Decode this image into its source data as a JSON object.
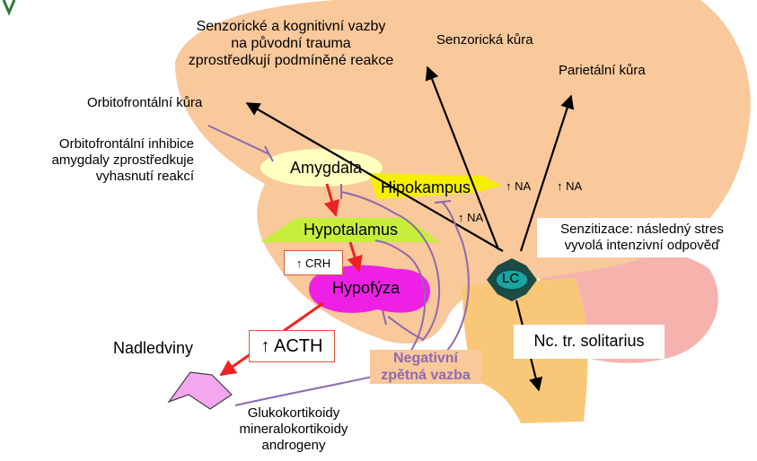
{
  "labels": {
    "sensory_cognitive": [
      "Senzorické a kognitivní vazby",
      "na původní trauma",
      "zprostředkují podmíněné reakce"
    ],
    "sensory_cortex": "Senzorická kůra",
    "parietal_cortex": "Parietální kůra",
    "orbitofrontal_cortex": "Orbitofrontální kůra",
    "orbitofrontal_inhibition": [
      "Orbitofrontální inhibice",
      "amygdaly zprostředkuje",
      "vyhasnutí reakcí"
    ],
    "amygdala": "Amygdala",
    "hippocampus": "Hipokampus",
    "na_1": "↑ NA",
    "na_2": "↑ NA",
    "na_3": "↑ NA",
    "hypothalamus": "Hypotalamus",
    "crh": "↑ CRH",
    "pituitary": "Hypofýza",
    "lc": "LC",
    "sensitization": [
      "Senzitizace: následný stres",
      "vyvolá intenzivní odpověď"
    ],
    "solitarius": "Nc. tr. solitarius",
    "adrenals": "Nadledviny",
    "acth": "↑ ACTH",
    "negative_feedback": [
      "Negativní",
      "zpětná vazba"
    ],
    "hormones": [
      "Glukokortikoidy",
      "mineralokortikoidy",
      "androgeny"
    ]
  },
  "colors": {
    "brain": "#f9c89b",
    "cerebellum": "#f6b3ae",
    "brainstem": "#f8c878",
    "amygdala": "#ffffc0",
    "hippocampus": "#f5f000",
    "hypothalamus": "#c8ee3c",
    "pituitary": "#ee20e6",
    "adrenal": "#f4a6ee",
    "lc": "#1aa3a0",
    "red_arrow": "#ee2222",
    "feedback": "#8e6aae"
  }
}
